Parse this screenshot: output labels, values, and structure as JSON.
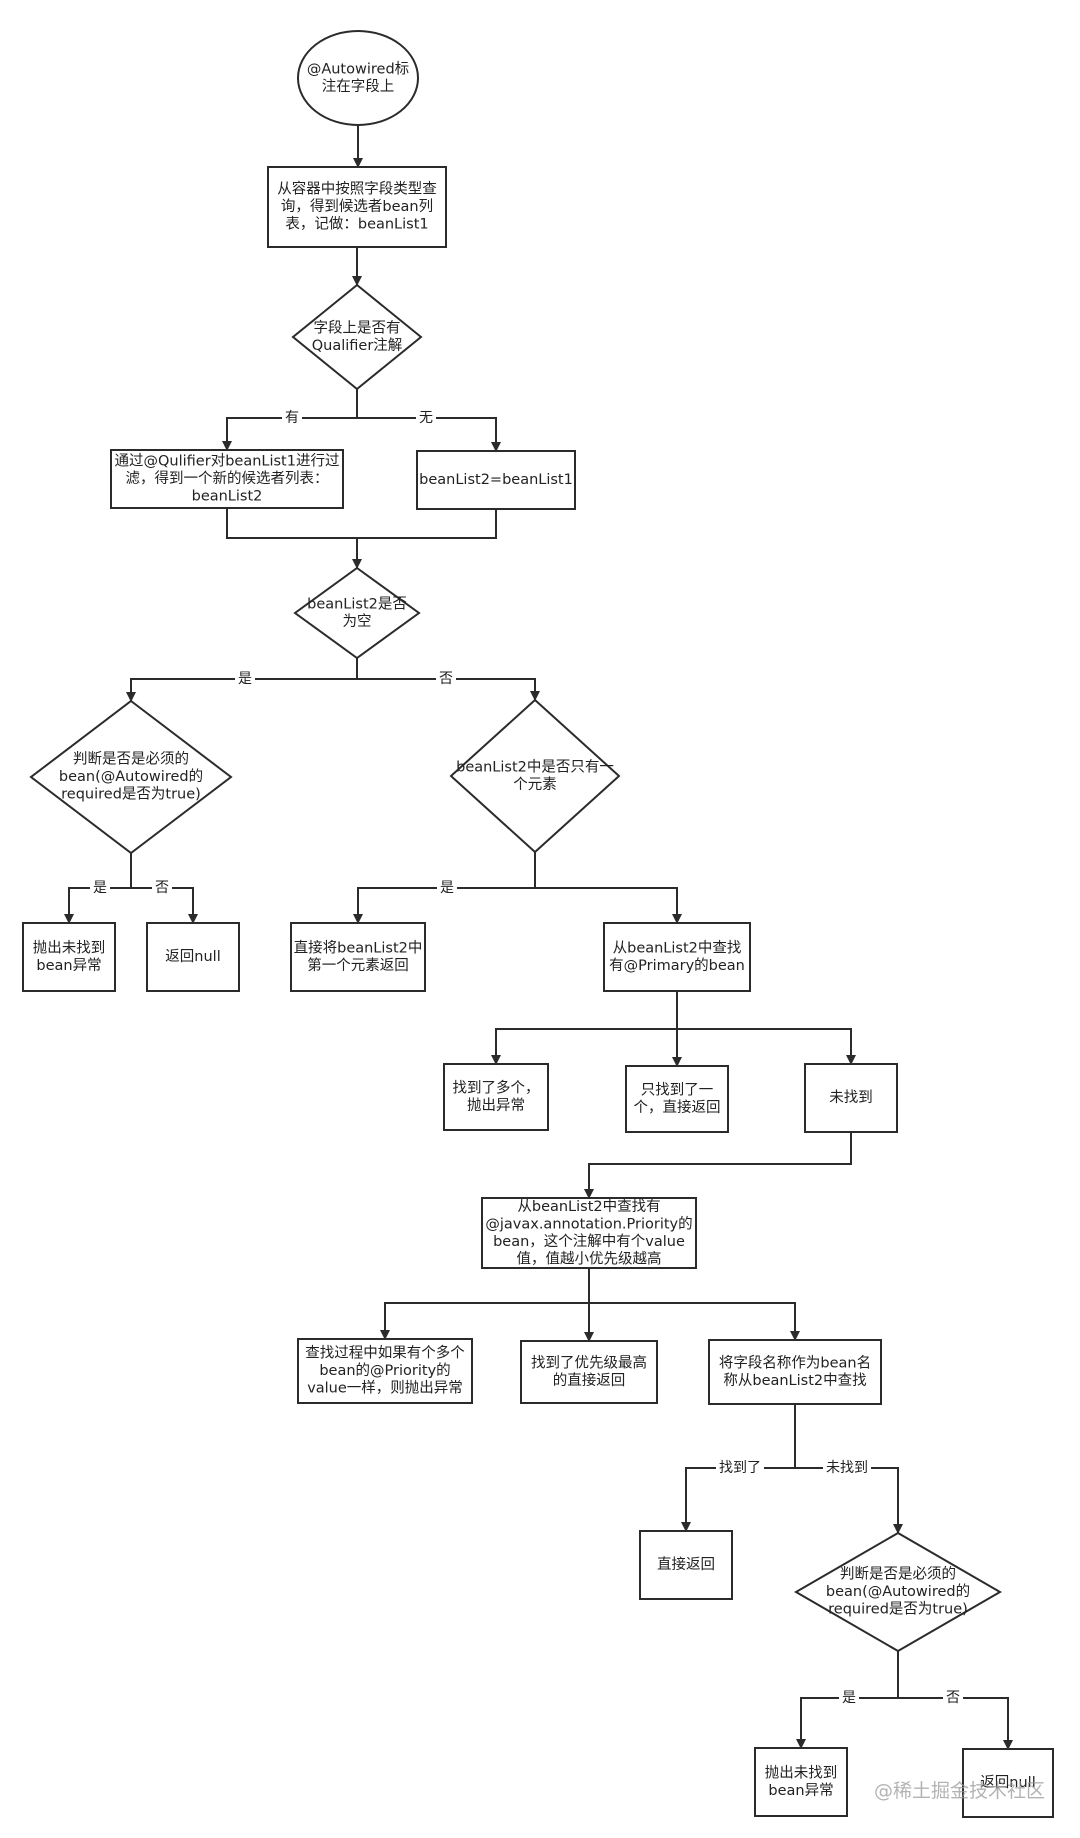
{
  "nodes": [
    {
      "id": "start",
      "shape": "ellipse",
      "lines": [
        "@Autowired标",
        "注在字段上"
      ]
    },
    {
      "id": "query",
      "shape": "rect",
      "lines": [
        "从容器中按照字段类型查",
        "询，得到候选者bean列",
        "表，记做：beanList1"
      ]
    },
    {
      "id": "has_qualifier",
      "shape": "diamond",
      "lines": [
        "字段上是否有",
        "Qualifier注解"
      ]
    },
    {
      "id": "filter",
      "shape": "rect",
      "lines": [
        "通过@Qulifier对beanList1进行过",
        "滤，得到一个新的候选者列表：",
        "beanList2"
      ]
    },
    {
      "id": "assign",
      "shape": "rect",
      "lines": [
        "beanList2=beanList1"
      ]
    },
    {
      "id": "empty",
      "shape": "diamond",
      "lines": [
        "beanList2是否",
        "为空"
      ]
    },
    {
      "id": "required1",
      "shape": "diamond",
      "lines": [
        "判断是否是必须的",
        "bean(@Autowired的",
        "required是否为true)"
      ]
    },
    {
      "id": "single",
      "shape": "diamond",
      "lines": [
        "beanList2中是否只有一",
        "个元素"
      ]
    },
    {
      "id": "throw1",
      "shape": "rect",
      "lines": [
        "抛出未找到",
        "bean异常"
      ]
    },
    {
      "id": "null1",
      "shape": "rect",
      "lines": [
        "返回null"
      ]
    },
    {
      "id": "return_first",
      "shape": "rect",
      "lines": [
        "直接将beanList2中",
        "第一个元素返回"
      ]
    },
    {
      "id": "primary",
      "shape": "rect",
      "lines": [
        "从beanList2中查找",
        "有@Primary的bean"
      ]
    },
    {
      "id": "multi",
      "shape": "rect",
      "lines": [
        "找到了多个，",
        "抛出异常"
      ]
    },
    {
      "id": "one",
      "shape": "rect",
      "lines": [
        "只找到了一",
        "个，直接返回"
      ]
    },
    {
      "id": "notfound",
      "shape": "rect",
      "lines": [
        "未找到"
      ]
    },
    {
      "id": "priority",
      "shape": "rect",
      "lines": [
        "从beanList2中查找有",
        "@javax.annotation.Priority的",
        "bean，这个注解中有个value",
        "值，值越小优先级越高"
      ]
    },
    {
      "id": "same_priority",
      "shape": "rect",
      "lines": [
        "查找过程中如果有个多个",
        "bean的@Priority的",
        "value一样，则抛出异常"
      ]
    },
    {
      "id": "highest",
      "shape": "rect",
      "lines": [
        "找到了优先级最高",
        "的直接返回"
      ]
    },
    {
      "id": "byname",
      "shape": "rect",
      "lines": [
        "将字段名称作为bean名",
        "称从beanList2中查找"
      ]
    },
    {
      "id": "direct_return",
      "shape": "rect",
      "lines": [
        "直接返回"
      ]
    },
    {
      "id": "required2",
      "shape": "diamond",
      "lines": [
        "判断是否是必须的",
        "bean(@Autowired的",
        "required是否为true)"
      ]
    },
    {
      "id": "throw2",
      "shape": "rect",
      "lines": [
        "抛出未找到",
        "bean异常"
      ]
    },
    {
      "id": "null2",
      "shape": "rect",
      "lines": [
        "返回null"
      ]
    }
  ],
  "edge_labels": {
    "has": "有",
    "none": "无",
    "yes": "是",
    "no": "否",
    "found": "找到了",
    "not_found": "未找到"
  },
  "watermark": "@稀土掘金技术社区"
}
